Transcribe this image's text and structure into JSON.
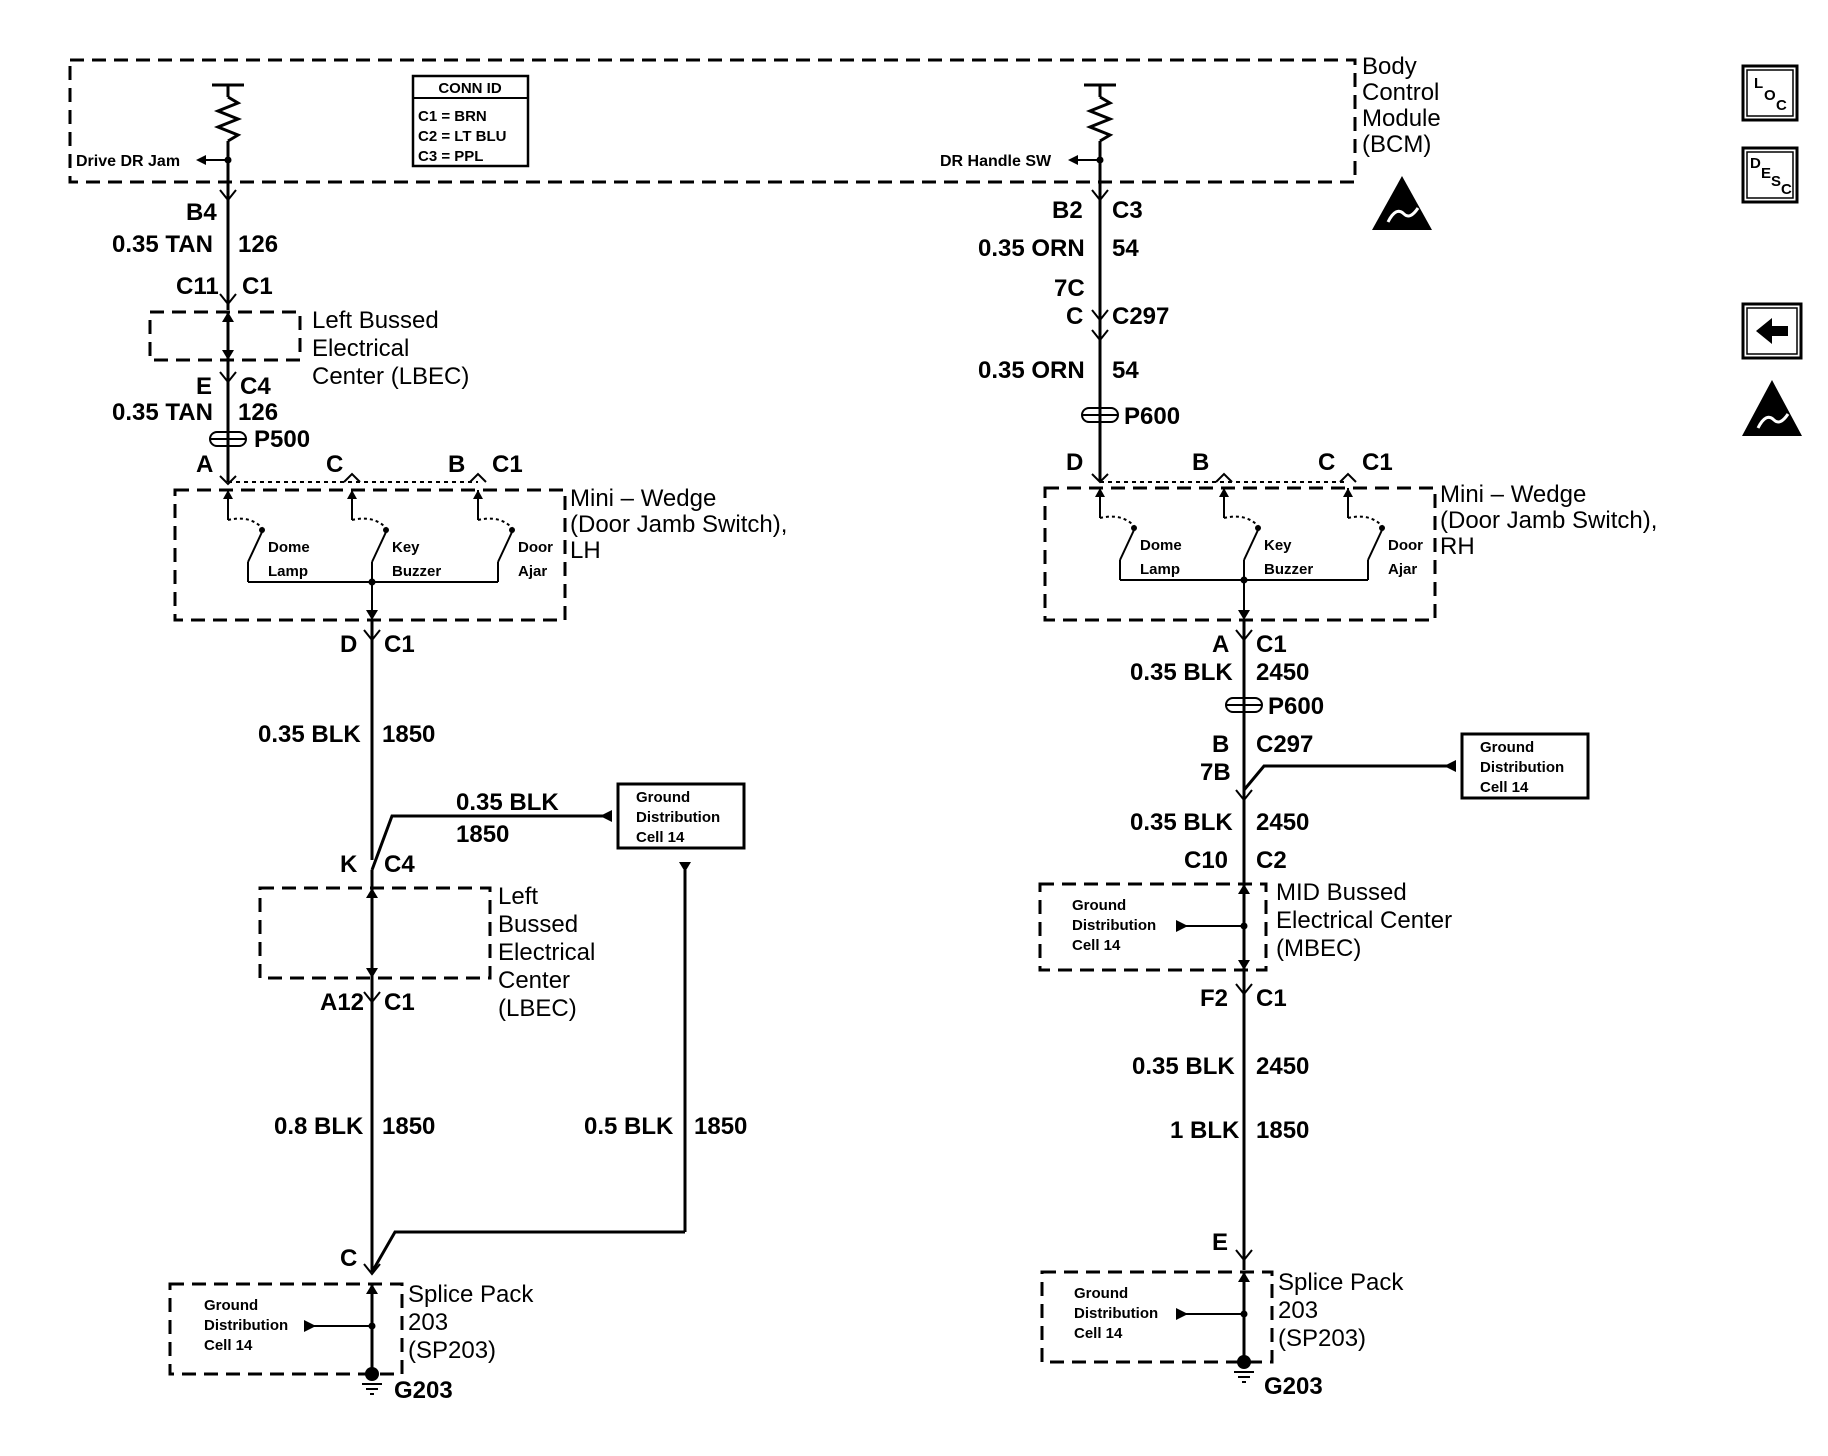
{
  "bcm": {
    "name_line1": "Body",
    "name_line2": "Control",
    "name_line3": "Module",
    "name_line4": "(BCM)",
    "left_input": "Drive DR Jam",
    "right_input": "DR Handle SW"
  },
  "conn_id": {
    "title": "CONN ID",
    "rows": [
      "C1 = BRN",
      "C2 = LT BLU",
      "C3 = PPL"
    ]
  },
  "left_circuit": {
    "bcm_pin": "B4",
    "wire1_size": "0.35 TAN",
    "wire1_circuit": "126",
    "lbec_in_pin": "C11",
    "lbec_in_conn": "C1",
    "lbec_line1": "Left Bussed",
    "lbec_line2": "Electrical",
    "lbec_line3": "Center (LBEC)",
    "lbec_out_pin": "E",
    "lbec_out_conn": "C4",
    "wire2_size": "0.35 TAN",
    "wire2_circuit": "126",
    "passthru": "P500",
    "pin_a": "A",
    "pin_c": "C",
    "pin_b": "B",
    "switch_conn": "C1",
    "switch_line1": "Mini – Wedge",
    "switch_line2": "(Door Jamb Switch),",
    "switch_line3": "LH",
    "sw1_a": "Dome",
    "sw1_b": "Lamp",
    "sw2_a": "Key",
    "sw2_b": "Buzzer",
    "sw3_a": "Door",
    "sw3_b": "Ajar",
    "out_pin": "D",
    "out_conn": "C1",
    "wire3_size": "0.35 BLK",
    "wire3_circuit": "1850",
    "branch_size": "0.35 BLK",
    "branch_circuit": "1850",
    "gdc_line1": "Ground",
    "gdc_line2": "Distribution",
    "gdc_line3": "Cell 14",
    "lbec2_in_pin": "K",
    "lbec2_in_conn": "C4",
    "lbec2_line1": "Left",
    "lbec2_line2": "Bussed",
    "lbec2_line3": "Electrical",
    "lbec2_line4": "Center",
    "lbec2_line5": "(LBEC)",
    "lbec2_out_pin": "A12",
    "lbec2_out_conn": "C1",
    "wire4_size": "0.8 BLK",
    "wire4_circuit": "1850",
    "wire5_size": "0.5 BLK",
    "wire5_circuit": "1850",
    "splice_pin": "C",
    "splice_line1": "Splice Pack",
    "splice_line2": "203",
    "splice_line3": "(SP203)",
    "sp_gdc_line1": "Ground",
    "sp_gdc_line2": "Distribution",
    "sp_gdc_line3": "Cell 14",
    "ground": "G203"
  },
  "right_circuit": {
    "bcm_pin": "B2",
    "bcm_conn": "C3",
    "wire1_size": "0.35 ORN",
    "wire1_circuit": "54",
    "conn_7c": "7C",
    "conn_c": "C",
    "conn_c297": "C297",
    "wire2_size": "0.35 ORN",
    "wire2_circuit": "54",
    "passthru1": "P600",
    "pin_d": "D",
    "pin_b": "B",
    "pin_c": "C",
    "switch_conn": "C1",
    "switch_line1": "Mini – Wedge",
    "switch_line2": "(Door Jamb Switch),",
    "switch_line3": "RH",
    "sw1_a": "Dome",
    "sw1_b": "Lamp",
    "sw2_a": "Key",
    "sw2_b": "Buzzer",
    "sw3_a": "Door",
    "sw3_b": "Ajar",
    "out_pin": "A",
    "out_conn": "C1",
    "wire3_size": "0.35 BLK",
    "wire3_circuit": "2450",
    "passthru2": "P600",
    "c297_pin_b": "B",
    "c297_pin_7b": "7B",
    "c297_label": "C297",
    "gdc_line1": "Ground",
    "gdc_line2": "Distribution",
    "gdc_line3": "Cell 14",
    "wire4_size": "0.35 BLK",
    "wire4_circuit": "2450",
    "mbec_in_pin": "C10",
    "mbec_in_conn": "C2",
    "mbec_line1": "MID Bussed",
    "mbec_line2": "Electrical Center",
    "mbec_line3": "(MBEC)",
    "mbec_gdc_line1": "Ground",
    "mbec_gdc_line2": "Distribution",
    "mbec_gdc_line3": "Cell 14",
    "mbec_out_pin": "F2",
    "mbec_out_conn": "C1",
    "wire5_size": "0.35 BLK",
    "wire5_circuit": "2450",
    "wire6_size": "1 BLK",
    "wire6_circuit": "1850",
    "splice_pin": "E",
    "splice_line1": "Splice Pack",
    "splice_line2": "203",
    "splice_line3": "(SP203)",
    "sp_gdc_line1": "Ground",
    "sp_gdc_line2": "Distribution",
    "sp_gdc_line3": "Cell 14",
    "ground": "G203"
  },
  "side_icons": {
    "loc_l": "L",
    "loc_o": "O",
    "loc_c": "C",
    "desc_d": "D",
    "desc_e": "E",
    "desc_s": "S",
    "desc_c": "C"
  }
}
